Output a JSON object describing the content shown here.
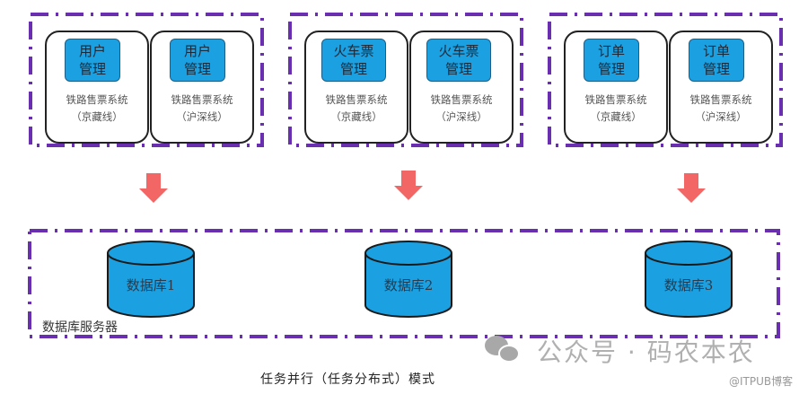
{
  "modules": [
    {
      "name": "用户\n管理",
      "systems": [
        "铁路售票系统\n（京藏线）",
        "铁路售票系统\n（沪深线）"
      ]
    },
    {
      "name": "火车票\n管理",
      "systems": [
        "铁路售票系统\n（京藏线）",
        "铁路售票系统\n（沪深线）"
      ]
    },
    {
      "name": "订单\n管理",
      "systems": [
        "铁路售票系统\n（京藏线）",
        "铁路售票系统\n（沪深线）"
      ]
    }
  ],
  "databases": [
    "数据库1",
    "数据库2",
    "数据库3"
  ],
  "server_label": "数据库服务器",
  "caption": "任务并行（任务分布式）模式",
  "watermark": "公众号 · 码农本农",
  "watermark_source": "@ITPUB博客",
  "colors": {
    "border": "#6a2fb0",
    "module_fill": "#1ba1e2",
    "arrow": "#f26666",
    "db_fill": "#1ba1e2"
  }
}
